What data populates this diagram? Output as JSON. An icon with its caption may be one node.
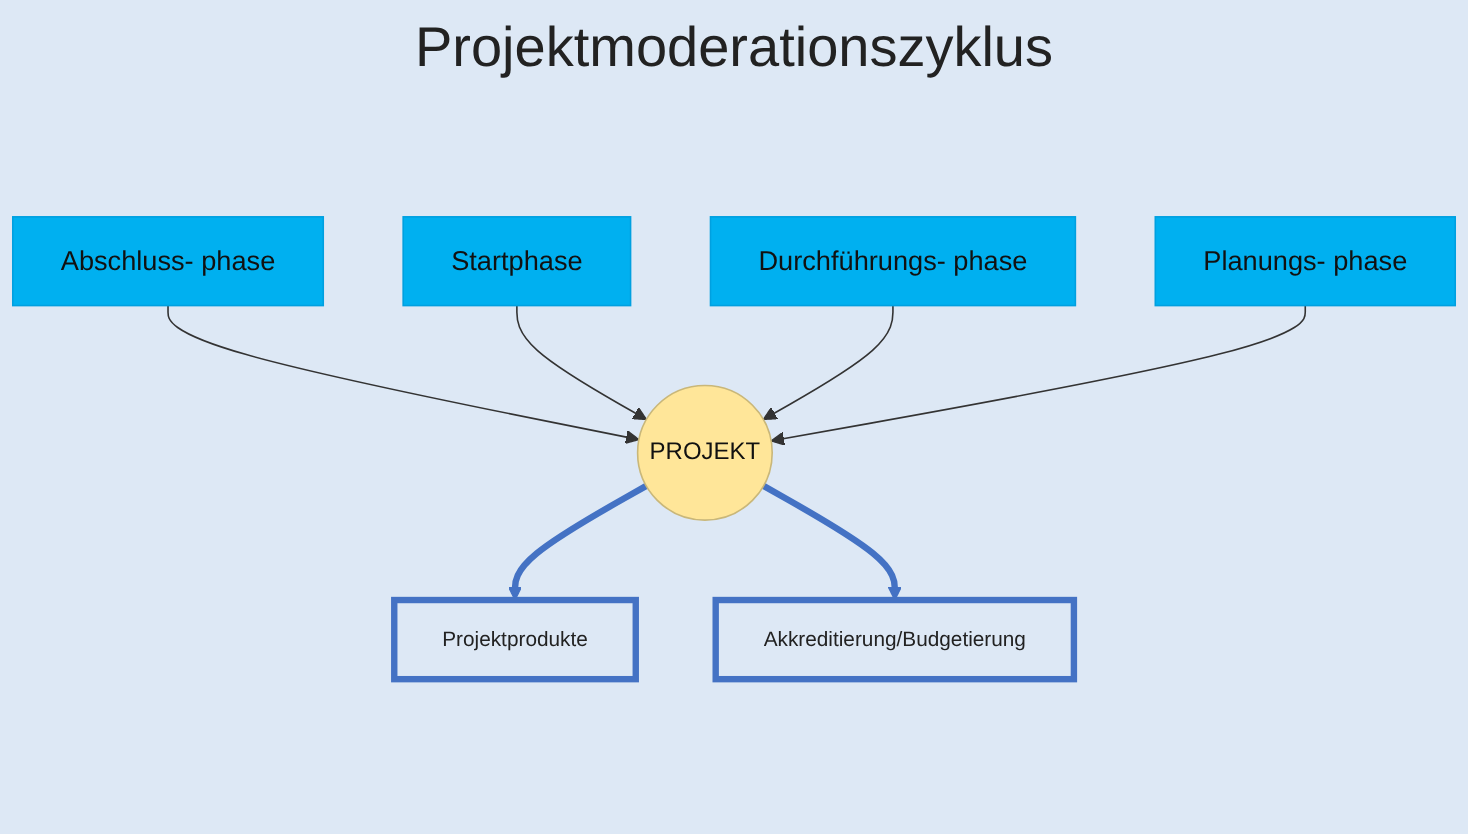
{
  "diagram": {
    "title": "Projektmoderationszyklus",
    "nodes": [
      {
        "text": [
          "Projektprodukte"
        ]
      },
      {
        "text": [
          "Akkreditierung/Budgetierung"
        ]
      },
      {
        "text": [
          "Abschluss- phase"
        ]
      },
      {
        "text": [
          "Startphase"
        ]
      },
      {
        "text": [
          "PROJEKT"
        ]
      },
      {
        "text": [
          "Durchführungs- phase"
        ]
      },
      {
        "text": [
          "Planungs- phase"
        ]
      }
    ],
    "edges": [
      {
        "from": 4,
        "to": 0,
        "arrow": "to",
        "style": "thick",
        "color": "#4472c4"
      },
      {
        "from": 4,
        "to": 1,
        "arrow": "to",
        "style": "thick",
        "color": "#4472c4"
      },
      {
        "from": 2,
        "to": 4,
        "arrow": "to"
      },
      {
        "from": 3,
        "to": 4,
        "arrow": "to"
      },
      {
        "from": 5,
        "to": 4,
        "arrow": "to"
      },
      {
        "from": 6,
        "to": 4,
        "arrow": "to"
      }
    ]
  }
}
